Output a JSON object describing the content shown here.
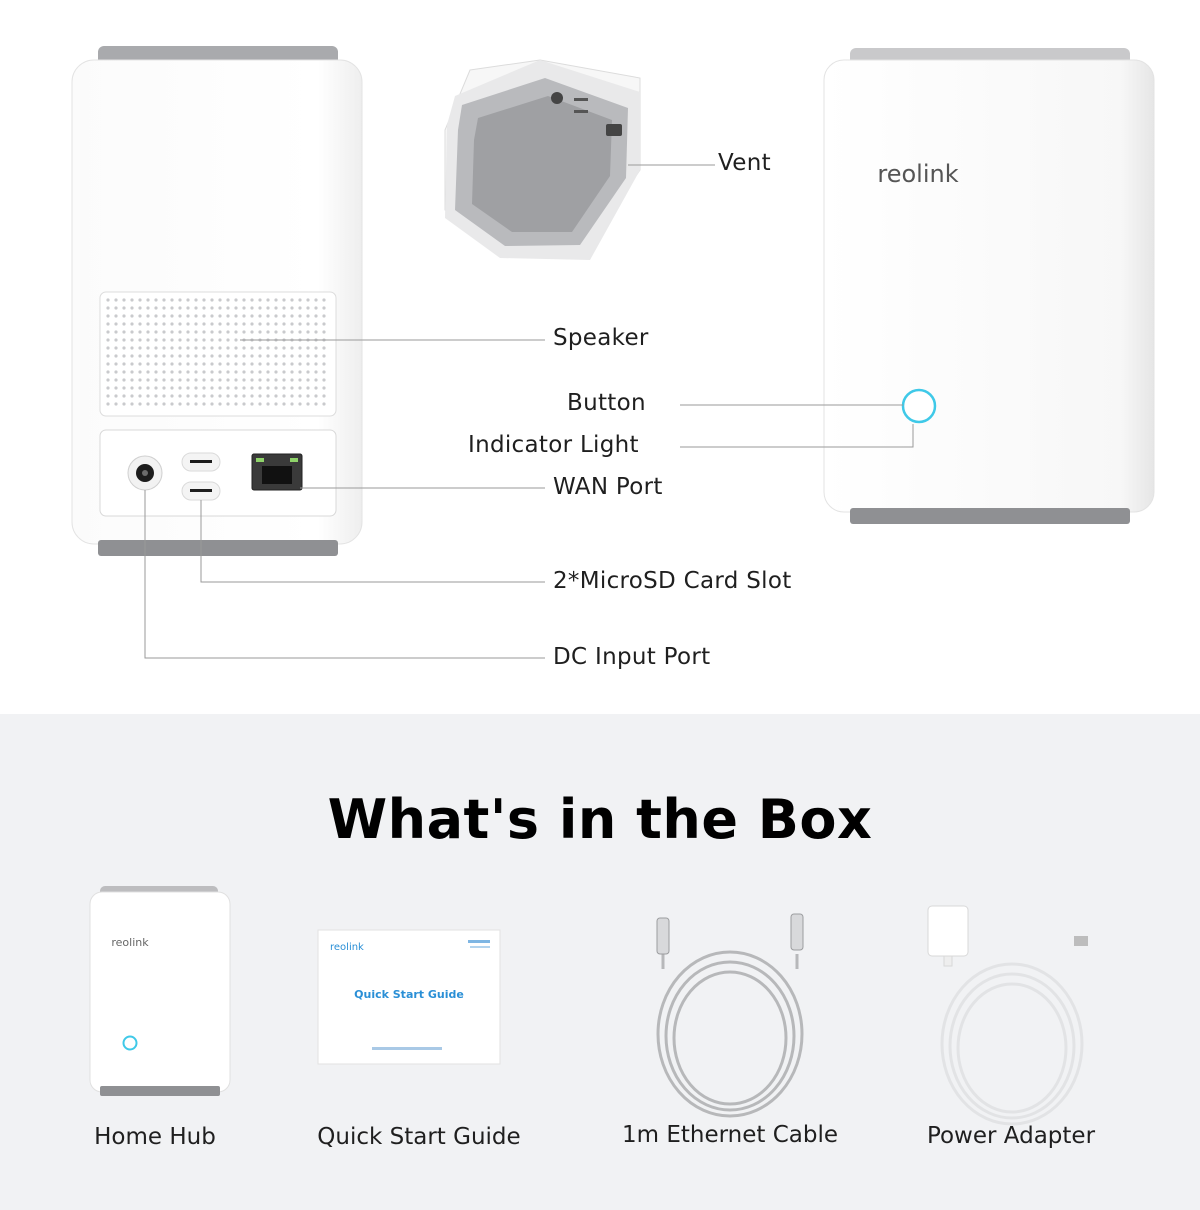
{
  "diagram": {
    "labels": {
      "vent": "Vent",
      "speaker": "Speaker",
      "button": "Button",
      "indicator_light": "Indicator Light",
      "wan_port": "WAN Port",
      "microsd_slot": "2*MicroSD Card Slot",
      "dc_input": "DC Input Port"
    },
    "brand_logo": "reolink"
  },
  "box": {
    "title": "What's in the Box",
    "items": [
      {
        "label": "Home Hub"
      },
      {
        "label": "Quick Start Guide"
      },
      {
        "label": "1m Ethernet Cable"
      },
      {
        "label": "Power Adapter"
      }
    ],
    "guide_card_title": "Quick Start Guide",
    "brand_logo": "reolink"
  },
  "colors": {
    "accent_ring": "#3fc9e8",
    "bottom_background": "#f1f2f4",
    "device_body": "#ffffff",
    "device_base": "#8e8f92",
    "guide_title": "#2a8fd6"
  }
}
